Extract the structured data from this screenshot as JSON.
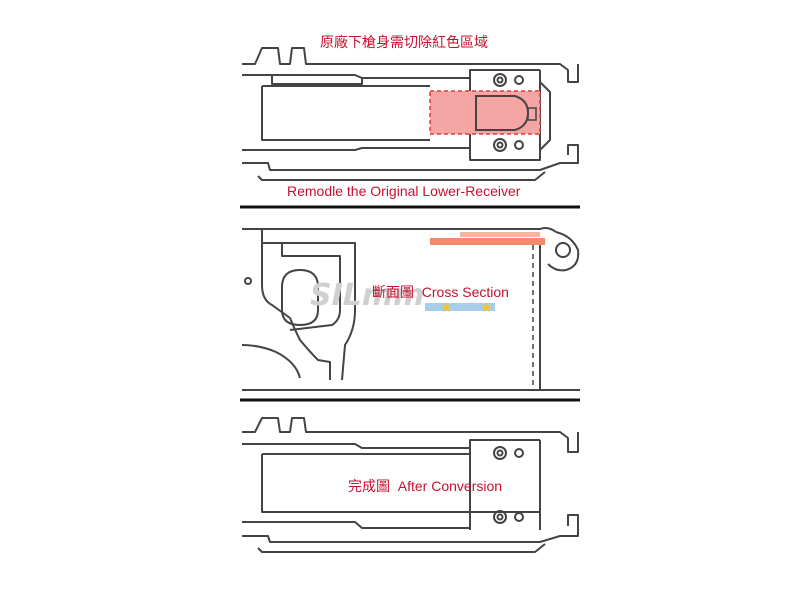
{
  "colors": {
    "label_red": "#c8102e",
    "cut_fill": "#f6a5a5",
    "cut_border": "#e23b3b",
    "outline": "#444444",
    "section_bar": "#f28a6b",
    "divider": "#111111"
  },
  "top_panel": {
    "title_cn": "原廠下槍身需切除紅色區域",
    "caption_en": "Remodle the Original Lower-Receiver"
  },
  "middle_panel": {
    "label_cn": "斷面圖",
    "label_en": "Cross Section"
  },
  "watermark": {
    "text": "SILmm",
    "brand": "SILmm"
  },
  "bottom_panel": {
    "label_cn": "完成圖",
    "label_en": "After Conversion"
  }
}
